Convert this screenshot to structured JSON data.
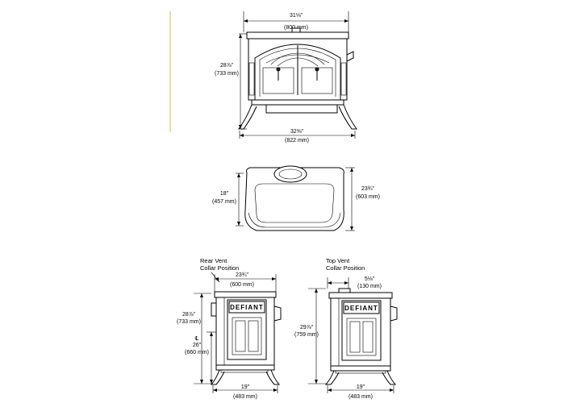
{
  "colors": {
    "ink": "#000000",
    "background": "#ffffff",
    "edge_mark": "#e8dcb0"
  },
  "front_view": {
    "width_in": "31⅛\"",
    "width_mm": "(800 mm)",
    "height_in": "28⅞\"",
    "height_mm": "(733 mm)",
    "leg_width_in": "32⅜\"",
    "leg_width_mm": "(822 mm)"
  },
  "top_view": {
    "depth_in": "18\"",
    "depth_mm": "(457 mm)",
    "overall_depth_in": "23¾\"",
    "overall_depth_mm": "(603 mm)"
  },
  "rear_vent_view": {
    "caption_line1": "Rear Vent",
    "caption_line2": "Collar Position",
    "width_in": "23¾\"",
    "width_mm": "(600 mm)",
    "height_in": "28⅞\"",
    "height_mm": "(733 mm)",
    "center_mark": "℄",
    "collar_height_in": "26\"",
    "collar_height_mm": "(660 mm)",
    "leg_width_in": "19\"",
    "leg_width_mm": "(483 mm)",
    "brand": "DEFIANT"
  },
  "top_vent_view": {
    "caption_line1": "Top Vent",
    "caption_line2": "Collar Position",
    "offset_in": "5⅛\"",
    "offset_mm": "(130 mm)",
    "height_in": "29⅞\"",
    "height_mm": "(759 mm)",
    "leg_width_in": "19\"",
    "leg_width_mm": "(483 mm)",
    "brand": "DEFIANT"
  }
}
